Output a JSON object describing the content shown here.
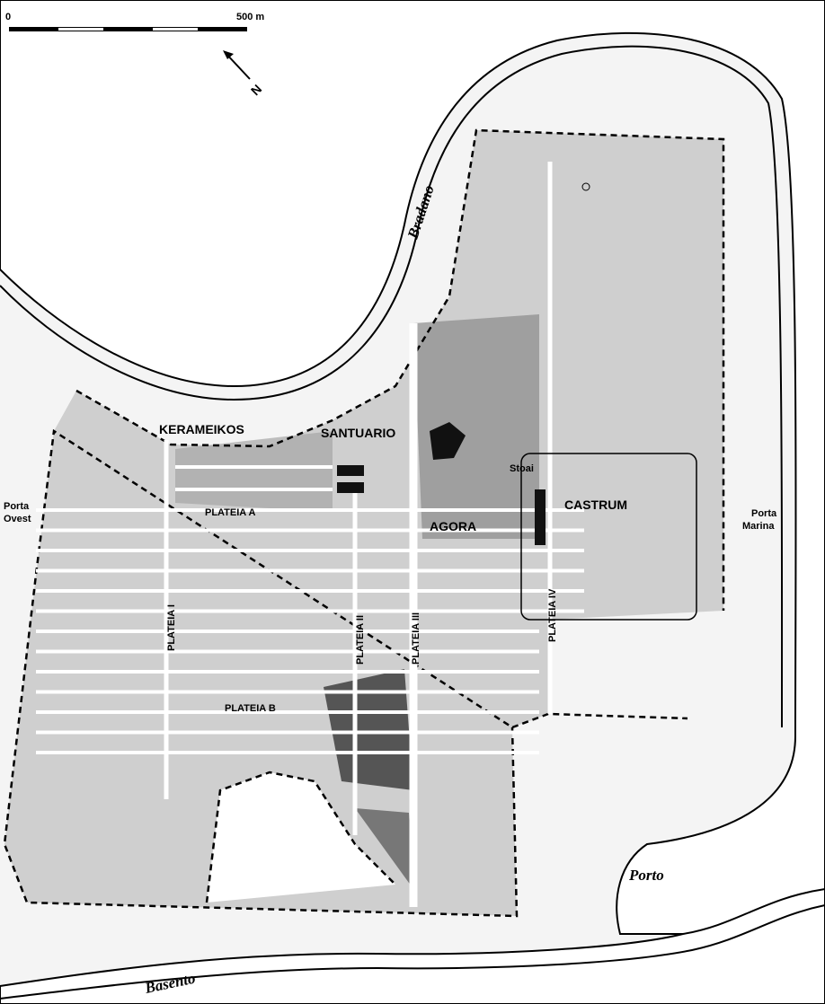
{
  "scale_bar": {
    "start_label": "0",
    "end_label": "500 m"
  },
  "north_arrow": {
    "label": "N"
  },
  "rivers": {
    "north": "Bradano",
    "south": "Basento"
  },
  "places": {
    "kerameikos": "KERAMEIKOS",
    "santuario": "SANTUARIO",
    "agora": "AGORA",
    "stoai": "Stoai",
    "castrum": "CASTRUM",
    "porto": "Porto",
    "porta_ovest": [
      "Porta",
      "Ovest"
    ],
    "porta_marina": [
      "Porta",
      "Marina"
    ]
  },
  "streets": {
    "plateia_a": "PLATEIA A",
    "plateia_b": "PLATEIA B",
    "plateia_i": "PLATEIA I",
    "plateia_ii": "PLATEIA II",
    "plateia_iii": "PLATEIA III",
    "plateia_iv": "PLATEIA IV"
  },
  "colors": {
    "land": "#f4f4f4",
    "city": "#c8c8c8",
    "dark": "#4a4a4a",
    "street": "#ffffff"
  }
}
